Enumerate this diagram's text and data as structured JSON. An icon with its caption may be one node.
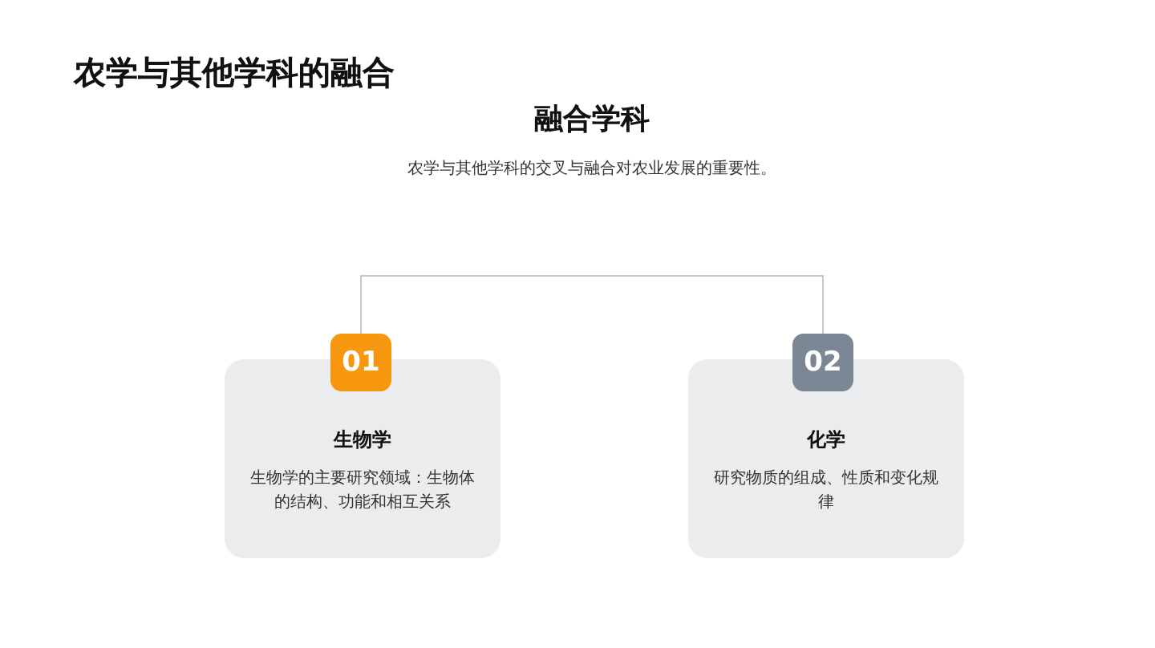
{
  "diagram": {
    "title": "农学与其他学科的融合",
    "nodes": [
      {
        "text": [
          "融合学科",
          "农学与其他学科的交叉与融合对农业发展的重要性。"
        ]
      },
      {
        "text": [
          "01"
        ]
      },
      {
        "text": [
          "生物学",
          "生物学的主要研究领域：生物体的结构、功能和相互关系"
        ]
      },
      {
        "text": [
          "02"
        ]
      },
      {
        "text": [
          "化学",
          "研究物质的组成、性质和变化规律"
        ]
      }
    ],
    "edges": [
      {
        "from": 0,
        "to": 1,
        "arrow": "none"
      },
      {
        "from": 0,
        "to": 3,
        "arrow": "none"
      }
    ]
  }
}
